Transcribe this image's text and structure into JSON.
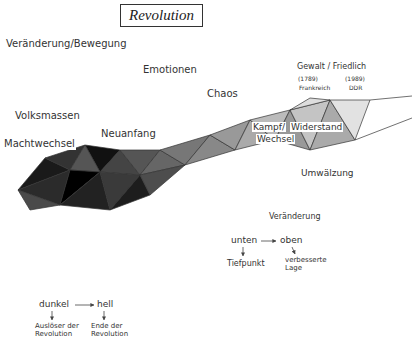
{
  "diagram": {
    "title": "Revolution",
    "labels": [
      "Veränderung/Bewegung",
      "Emotionen",
      "Chaos",
      "Gewalt / Friedlich",
      "(1789)",
      "(1989)",
      "Frankreich",
      "DDR",
      "Volksmassen",
      "Kampf/",
      "Wechsel",
      "Widerstand",
      "Machtwechsel",
      "Neuanfang",
      "Umwälzung",
      "Veränderung",
      "unten",
      "oben",
      "Tiefpunkt",
      "verbesserte Lage",
      "dunkel",
      "hell",
      "Auslöser der Revolution",
      "Ende der Revolution"
    ]
  }
}
